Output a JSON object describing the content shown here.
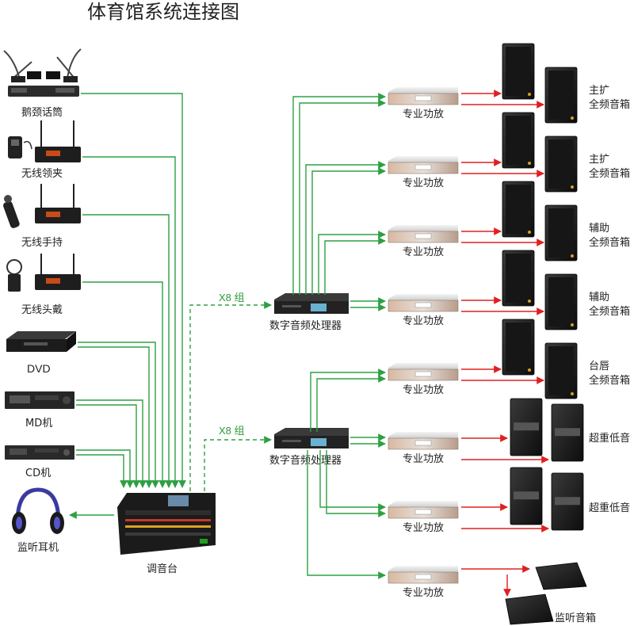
{
  "title": "体育馆系统连接图",
  "sources": [
    {
      "id": "gooseneck",
      "label": "鹅颈话筒",
      "icon": "gooseneck-mic-icon"
    },
    {
      "id": "lavalier",
      "label": "无线领夹",
      "icon": "wireless-lavalier-icon"
    },
    {
      "id": "handheld",
      "label": "无线手持",
      "icon": "wireless-handheld-icon"
    },
    {
      "id": "headset",
      "label": "无线头戴",
      "icon": "wireless-headset-icon"
    },
    {
      "id": "dvd",
      "label": "DVD",
      "icon": "dvd-player-icon"
    },
    {
      "id": "md",
      "label": "MD机",
      "icon": "md-player-icon"
    },
    {
      "id": "cd",
      "label": "CD机",
      "icon": "cd-player-icon"
    }
  ],
  "monitor_headphones": {
    "label": "监听耳机",
    "icon": "headphones-icon"
  },
  "mixer": {
    "label": "调音台",
    "icon": "mixing-console-icon"
  },
  "processors": [
    {
      "label": "数字音频处理器",
      "group": "X8 组"
    },
    {
      "label": "数字音频处理器",
      "group": "X8 组"
    }
  ],
  "amplifiers": [
    {
      "label": "专业功放"
    },
    {
      "label": "专业功放"
    },
    {
      "label": "专业功放"
    },
    {
      "label": "专业功放"
    },
    {
      "label": "专业功放"
    },
    {
      "label": "专业功放"
    },
    {
      "label": "专业功放"
    },
    {
      "label": "专业功放"
    }
  ],
  "speaker_groups": [
    {
      "line1": "主扩",
      "line2": "全频音箱",
      "type": "full-range"
    },
    {
      "line1": "主扩",
      "line2": "全频音箱",
      "type": "full-range"
    },
    {
      "line1": "辅助",
      "line2": "全频音箱",
      "type": "full-range"
    },
    {
      "line1": "辅助",
      "line2": "全频音箱",
      "type": "full-range"
    },
    {
      "line1": "台唇",
      "line2": "全频音箱",
      "type": "full-range"
    },
    {
      "line1": "超重低音",
      "line2": "",
      "type": "subwoofer"
    },
    {
      "line1": "超重低音",
      "line2": "",
      "type": "subwoofer"
    },
    {
      "line1": "监听音箱",
      "line2": "",
      "type": "monitor"
    }
  ],
  "colors": {
    "signal_line": "#2ea043",
    "speaker_line": "#e02020",
    "text": "#222222"
  }
}
